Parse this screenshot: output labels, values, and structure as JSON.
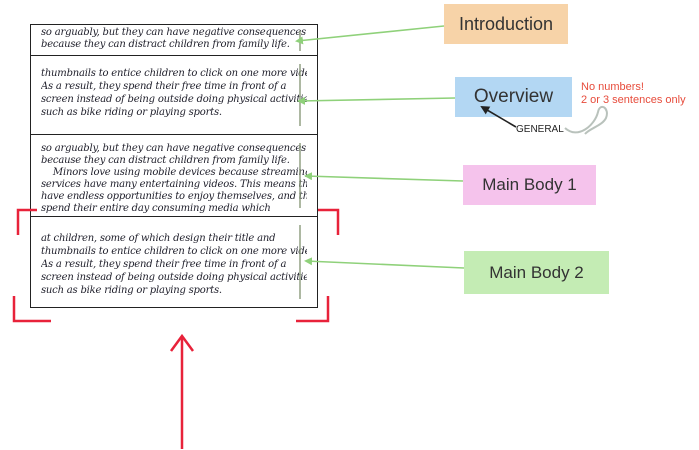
{
  "labels": {
    "introduction": "Introduction",
    "overview": "Overview",
    "main_body_1": "Main Body 1",
    "main_body_2": "Main Body 2"
  },
  "annotations": {
    "no_numbers": "No numbers!",
    "sentences_only": "2 or 3 sentences only",
    "general": "GENERAL"
  },
  "handwriting": {
    "introduction_lines": [
      "so arguably, but they can have negative consequences",
      "because they can distract children from family life."
    ],
    "overview_lines": [
      "thumbnails to entice children to click on one more video.",
      "As a result, they spend their free time in front of a",
      "screen instead of being outside doing physical activities,",
      "such as bike riding or playing sports."
    ],
    "main_body_1_lines": [
      "so arguably, but they can have negative consequences",
      "because they can distract children from family life.",
      "    Minors love using mobile devices because streaming",
      "services have many entertaining videos. This means they",
      "have endless opportunities to enjoy themselves, and they can",
      "spend their entire day consuming media which"
    ],
    "main_body_2_lines": [
      "at children, some of which design their title and",
      "thumbnails to entice children to click on one more video.",
      "As a result, they spend their free time in front of a",
      "screen instead of being outside doing physical activities,",
      "such as bike riding or playing sports."
    ]
  },
  "colors": {
    "introduction_bg": "#f7d3a8",
    "overview_bg": "#b3d7f3",
    "main_body_1_bg": "#f5c3ec",
    "main_body_2_bg": "#c4ecb4",
    "arrow_green": "#8fd17a",
    "bracket_red": "#e8223a",
    "note_red": "#e74c3c"
  }
}
